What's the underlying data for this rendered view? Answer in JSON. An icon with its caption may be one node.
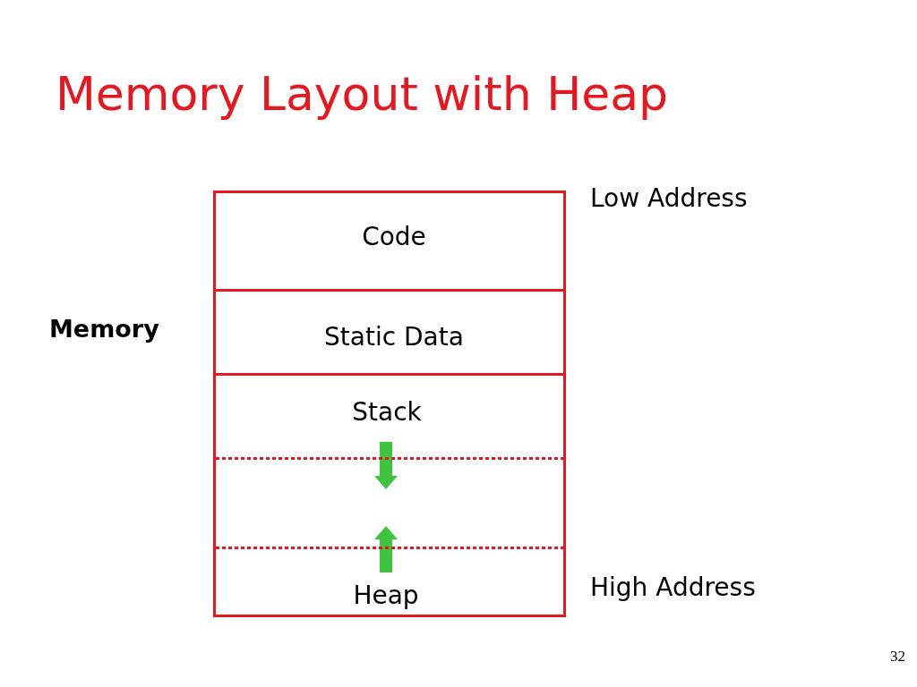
{
  "diagram": {
    "title": "Memory Layout with Heap",
    "nodes": [
      {
        "text": [],
        "shape": "box",
        "beside": [
          "Memory"
        ]
      },
      {
        "text": [
          "Code"
        ],
        "in": 0
      },
      {
        "text": [
          "Static Data"
        ],
        "in": 0
      },
      {
        "text": [
          "Stack"
        ],
        "in": 0
      },
      {
        "text": [],
        "shape": "box",
        "in": 0
      },
      {
        "text": [
          "Heap"
        ],
        "in": 0
      }
    ],
    "edges": [
      {
        "from": 3,
        "to": 4,
        "arrow": "to"
      },
      {
        "from": 5,
        "to": 4,
        "arrow": "to"
      }
    ],
    "labels": [
      "Low Address",
      "High Address",
      "32"
    ]
  }
}
